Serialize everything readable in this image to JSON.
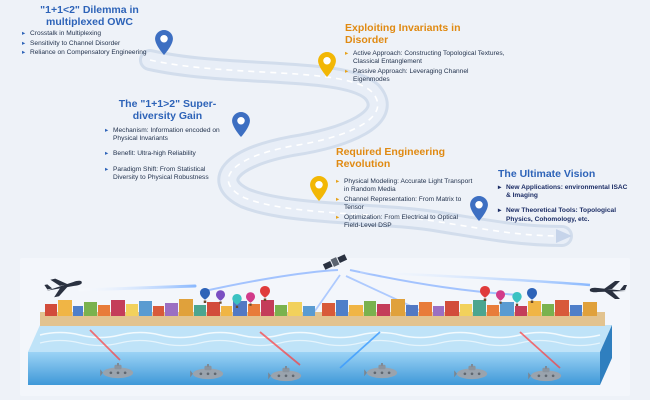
{
  "sections": [
    {
      "title": "\"1+1<2\" Dilemma in multiplexed OWC",
      "items": [
        "Crosstalk in Multiplexing",
        "Sensitivity to Channel  Disorder",
        "Reliance on Compensatory Engineering"
      ]
    },
    {
      "title": "Exploiting Invariants in Disorder",
      "items": [
        "Active Approach: Constructing Topological Textures, Classical Entanglement",
        "Passive Approach: Leveraging Channel Eigenmodes"
      ]
    },
    {
      "title": "The \"1+1>2\" Super-diversity Gain",
      "items": [
        "Mechanism: Information encoded on Physical Invariants",
        "Benefit: Ultra-high Reliability",
        "Paradigm Shift: From Statistical Diversity to Physical Robustness"
      ]
    },
    {
      "title": "Required Engineering Revolution",
      "items": [
        "Physical Modeling: Accurate Light Transport in Random Media",
        "Channel Representation: From Matrix to Tensor",
        "Optimization: From Electrical to Optical Field-Level DSP"
      ]
    },
    {
      "title": "The Ultimate Vision",
      "items": [
        "New Applications: environmental ISAC & Imaging",
        "New Theoretical Tools: Topological Physics, Cohomology, etc."
      ]
    }
  ],
  "colors": {
    "blue_title": "#2d63b8",
    "orange_title": "#e08a12",
    "road": "#dbe4f1",
    "pin_blue": "#3d6fc2",
    "pin_yellow": "#f2b705",
    "sea": "#5fb3e6"
  },
  "icons": [
    "map-pin-icon",
    "airplane-icon",
    "satellite-icon",
    "hot-air-balloon-icon",
    "submarine-icon"
  ]
}
